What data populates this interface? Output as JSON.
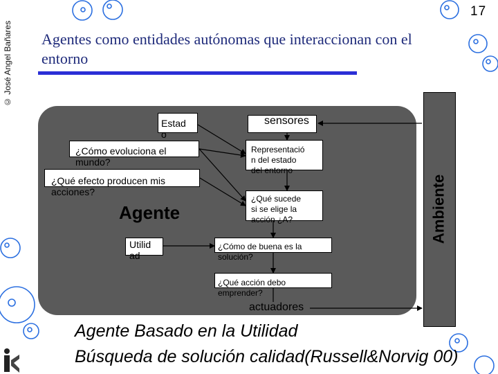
{
  "copyright": "© José Angel Bañares",
  "slide_number": "17",
  "title": "Agentes como entidades autónomas que interaccionan con el entorno",
  "diagram": {
    "estado_label": "Estad\no",
    "sensores_label": "sensores",
    "como_evoluciona": "¿Cómo evoluciona el\nmundo?",
    "que_efecto": "¿Qué efecto producen mis\nacciones?",
    "agente_label": "Agente",
    "utilidad_label": "Utilid\nad",
    "representacion": "Representació\nn del estado\ndel entorno",
    "que_sucede": "¿Qué sucede\nsi se elige la\nacción ¿A?",
    "como_de_buena": "¿Cómo de buena es la\nsolución?",
    "que_accion": "¿Qué acción debo\nemprender?",
    "actuadores_label": "actuadores",
    "ambiente_label": "Ambiente"
  },
  "caption": {
    "line1": "Agente Basado en la Utilidad",
    "line2": "Búsqueda de solución calidad(Russell&Norvig 00)"
  },
  "colors": {
    "title_text": "#1e2a7a",
    "title_rule": "#2b2fd6",
    "panel": "#5a5a5a",
    "bubble_stroke": "#2b6fe0"
  }
}
